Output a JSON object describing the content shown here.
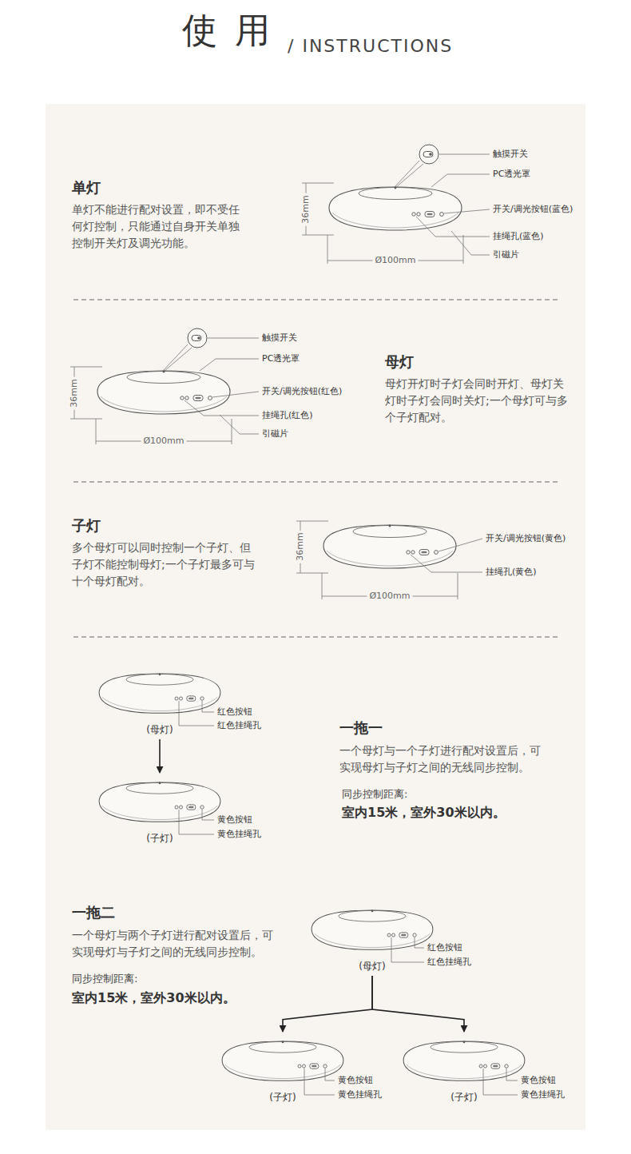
{
  "diagram": {
    "title": "使 用",
    "nodes": [
      {
        "text": [
          "(母灯)"
        ]
      },
      {
        "text": [
          "(子灯)"
        ]
      },
      {
        "text": [
          "(母灯)"
        ]
      },
      {
        "text": [
          "(子灯)"
        ]
      },
      {
        "text": [
          "(子灯)"
        ]
      }
    ],
    "edges": [
      {
        "from": 0,
        "to": 1,
        "arrow": "to"
      },
      {
        "from": 2,
        "to": 3,
        "arrow": "to"
      },
      {
        "from": 2,
        "to": 4,
        "arrow": "to"
      }
    ],
    "labels": [
      "/ INSTRUCTIONS",
      "单灯",
      "单灯不能进行配对设置，即不受任何灯控制，只能通过自身开关单独控制开关灯及调光功能。",
      "触摸开关",
      "PC透光罩",
      "开关/调光按钮(蓝色)",
      "挂绳孔(蓝色)",
      "引磁片",
      "36mm",
      "Ø100mm",
      "触摸开关",
      "PC透光罩",
      "开关/调光按钮(红色)",
      "挂绳孔(红色)",
      "引磁片",
      "36mm",
      "Ø100mm",
      "母灯",
      "母灯开灯时子灯会同时开灯、母灯关灯时子灯会同时关灯;一个母灯可与多个子灯配对。",
      "子灯",
      "多个母灯可以同时控制一个子灯、但子灯不能控制母灯;一个子灯最多可与十个母灯配对。",
      "36mm",
      "Ø100mm",
      "开关/调光按钮(黄色)",
      "挂绳孔(黄色)",
      "红色按钮",
      "红色挂绳孔",
      "黄色按钮",
      "黄色挂绳孔",
      "一拖一",
      "一个母灯与一个子灯进行配对设置后，可实现母灯与子灯之间的无线同步控制。",
      "同步控制距离:",
      "室内15米，室外30米以内。",
      "一拖二",
      "一个母灯与两个子灯进行配对设置后，可实现母灯与子灯之间的无线同步控制。",
      "同步控制距离:",
      "室内15米，室外30米以内。",
      "红色按钮",
      "红色挂绳孔",
      "黄色按钮",
      "黄色挂绳孔",
      "黄色按钮",
      "黄色挂绳孔"
    ]
  }
}
